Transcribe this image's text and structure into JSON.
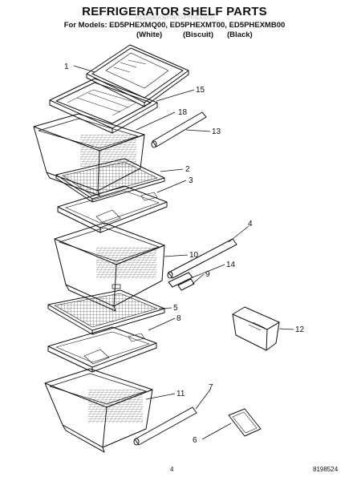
{
  "header": {
    "title": "REFRIGERATOR SHELF PARTS",
    "models_line": "For Models: ED5PHEXMQ00, ED5PHEXMT00, ED5PHEXMB00",
    "variants": [
      "(White)",
      "(Biscuit)",
      "(Black)"
    ],
    "watermark": "AppliancePartsPros.com"
  },
  "callouts": [
    "1",
    "15",
    "18",
    "13",
    "2",
    "3",
    "4",
    "10",
    "14",
    "9",
    "5",
    "8",
    "12",
    "11",
    "7",
    "6"
  ],
  "footer": {
    "page_number": "4",
    "doc_number": "8198524"
  }
}
